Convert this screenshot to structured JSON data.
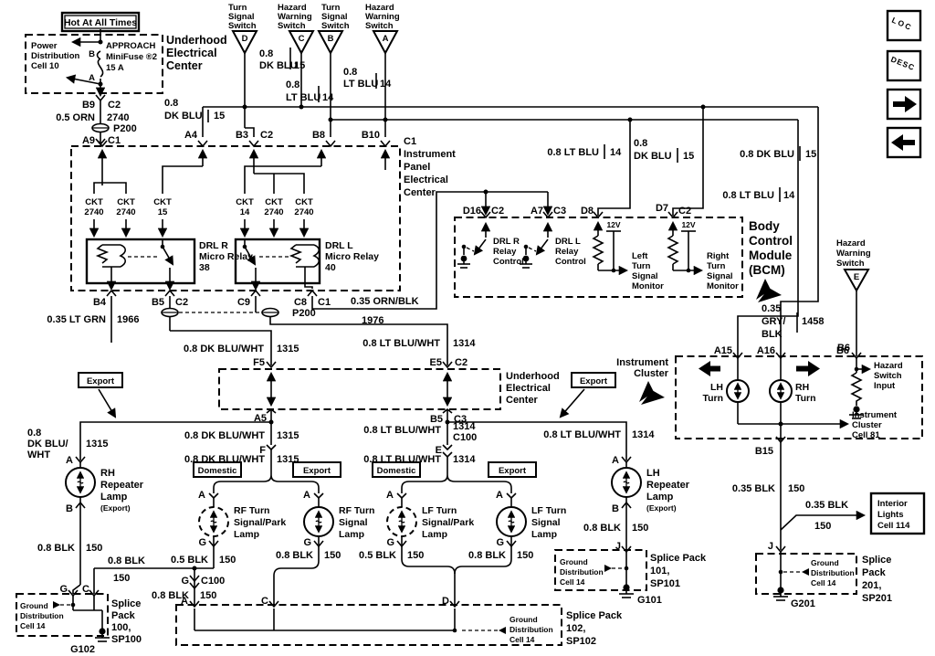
{
  "diagram": {
    "hot_tag": "Hot At All Times",
    "power_dist": [
      "Power",
      "Distribution",
      "Cell 10"
    ],
    "fuse": {
      "approach": "APPROACH",
      "minifuse": "MiniFuse ®2",
      "amps": "15 A",
      "a": "A",
      "b": "B"
    },
    "uec": [
      "Underhood",
      "Electrical",
      "Center"
    ],
    "ipec_title": [
      "Instrument",
      "Panel",
      "Electrical",
      "Center"
    ],
    "bcm_title": [
      "Body",
      "Control",
      "Module",
      "(BCM)"
    ],
    "cluster_title": [
      "Instrument",
      "Cluster"
    ],
    "cluster_cell": [
      "Instrument",
      "Cluster",
      "Cell 81"
    ],
    "ground_dist": [
      "Ground",
      "Distribution",
      "Cell 14"
    ],
    "interior": [
      "Interior",
      "Lights",
      "Cell 114"
    ],
    "turn_sw": [
      "Turn",
      "Signal",
      "Switch"
    ],
    "hazard_sw": [
      "Hazard",
      "Warning",
      "Switch"
    ],
    "export": "Export",
    "domestic": "Domestic",
    "v12": "12V",
    "drl_r_relay": [
      "DRL R",
      "Micro Relay",
      "38"
    ],
    "drl_l_relay": [
      "DRL L",
      "Micro Relay",
      "40"
    ],
    "drl_r_ctl": [
      "DRL R",
      "Relay",
      "Control"
    ],
    "drl_l_ctl": [
      "DRL L",
      "Relay",
      "Control"
    ],
    "left_mon": [
      "Left",
      "Turn",
      "Signal",
      "Monitor"
    ],
    "right_mon": [
      "Right",
      "Turn",
      "Signal",
      "Monitor"
    ],
    "hazard_input": [
      "Hazard",
      "Switch",
      "Input"
    ],
    "lh_turn": [
      "LH",
      "Turn"
    ],
    "rh_turn": [
      "RH",
      "Turn"
    ],
    "rh_rep": [
      "RH",
      "Repeater",
      "Lamp",
      "(Export)"
    ],
    "lh_rep": [
      "LH",
      "Repeater",
      "Lamp",
      "(Export)"
    ],
    "rf_park": [
      "RF Turn",
      "Signal/Park",
      "Lamp"
    ],
    "rf": [
      "RF Turn",
      "Signal",
      "Lamp"
    ],
    "lf_park": [
      "LF Turn",
      "Signal/Park",
      "Lamp"
    ],
    "lf": [
      "LF Turn",
      "Signal",
      "Lamp"
    ],
    "ckt": {
      "word": "CKT",
      "v": [
        "2740",
        "2740",
        "15",
        "14",
        "2740",
        "2740"
      ]
    },
    "sp100": [
      "Splice",
      "Pack",
      "100,",
      "SP100"
    ],
    "sp101": [
      "Splice Pack",
      "101,",
      "SP101"
    ],
    "sp102": [
      "Splice Pack",
      "102,",
      "SP102"
    ],
    "sp201": [
      "Splice",
      "Pack",
      "201,",
      "SP201"
    ],
    "grounds": {
      "g101": "G101",
      "g102": "G102",
      "g201": "G201"
    },
    "splice": {
      "p200": "P200"
    },
    "wires": {
      "orn": {
        "t": "0.5 ORN",
        "n": "2740"
      },
      "dkblu": {
        "g": "0.8",
        "c": "DK BLU",
        "t": "0.8 DK BLU",
        "n": "15"
      },
      "ltblu": {
        "g": "0.8",
        "c": "LT BLU",
        "t": "0.8 LT BLU",
        "n": "14"
      },
      "dkbluwht": {
        "t": "0.8 DK BLU/WHT",
        "n": "1315"
      },
      "ltbluwht": {
        "t": "0.8 LT BLU/WHT",
        "n": "1314"
      },
      "dkbluwht3": [
        "0.8",
        "DK BLU/",
        "WHT"
      ],
      "ltgrn": {
        "t": "0.35 LT GRN",
        "n": "1966"
      },
      "ornblk": {
        "t": "0.35 ORN/BLK",
        "n": "1976"
      },
      "gryblk": {
        "l": [
          "0.35",
          "GRY/",
          "BLK"
        ],
        "n": "1458"
      },
      "blk08": {
        "t": "0.8 BLK",
        "n": "150"
      },
      "blk05": {
        "t": "0.5 BLK",
        "n": "150"
      },
      "blk035": {
        "t": "0.35 BLK",
        "n": "150"
      }
    },
    "pins": {
      "a": "A",
      "b": "B",
      "c": "C",
      "d": "D",
      "e": "E",
      "f": "F",
      "g": "G",
      "j": "J",
      "a4": "A4",
      "a5": "A5",
      "a7": "A7",
      "a9": "A9",
      "a15": "A15",
      "a16": "A16",
      "b3": "B3",
      "b4": "B4",
      "b5": "B5",
      "b6": "B6",
      "b8": "B8",
      "b9": "B9",
      "b10": "B10",
      "b15": "B15",
      "c1": "C1",
      "c2": "C2",
      "c3": "C3",
      "c8": "C8",
      "c9": "C9",
      "c100": "C100",
      "d7": "D7",
      "d8": "D8",
      "d16": "D16",
      "e5": "E5",
      "f5": "F5"
    },
    "nav": {
      "loc": "LOC",
      "desc": "DESC"
    }
  }
}
